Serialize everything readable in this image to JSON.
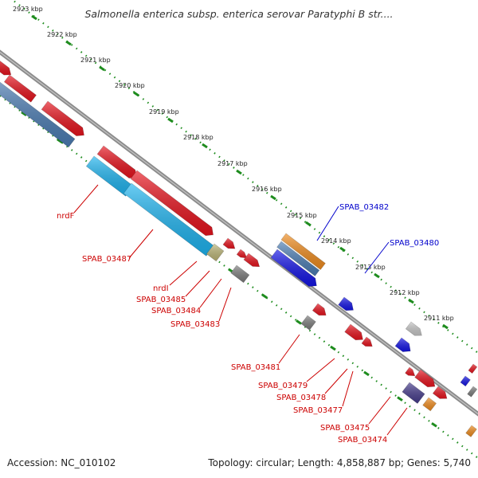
{
  "header": {
    "title": "Salmonella enterica subsp. enterica serovar Paratyphi B str...."
  },
  "footer": {
    "accession": "Accession: NC_010102",
    "summary": "Topology: circular; Length: 4,858,887 bp; Genes: 5,740"
  },
  "colors": {
    "backbone": "#8c8c8c",
    "ruler_dots": "#1e8c1e",
    "ruler_ticks": "#1e8c1e",
    "gene_red": "#e8141e",
    "gene_blue": "#1414e6",
    "gene_gray": "#7d7d7d",
    "gene_lightgray": "#c8c8c8",
    "gene_orange": "#f08c1e",
    "gene_steelblue": "#4c7db4",
    "gene_cyan": "#1eb4f0",
    "gene_khaki": "#bdb678",
    "gene_darkslate": "#463c8c",
    "label_red": "#cc0000",
    "label_blue": "#0000cc"
  },
  "ruler_labels": [
    "2923 kbp",
    "2922 kbp",
    "2921 kbp",
    "2920 kbp",
    "2919 kbp",
    "2918 kbp",
    "2917 kbp",
    "2916 kbp",
    "2915 kbp",
    "2914 kbp",
    "2913 kbp",
    "2912 kbp",
    "2911 kbp"
  ],
  "gene_labels": [
    "nrdF",
    "SPAB_03487",
    "nrdI",
    "SPAB_03485",
    "SPAB_03484",
    "SPAB_03483",
    "SPAB_03482",
    "SPAB_03480",
    "SPAB_03481",
    "SPAB_03479",
    "SPAB_03478",
    "SPAB_03477",
    "SPAB_03475",
    "SPAB_03474"
  ]
}
